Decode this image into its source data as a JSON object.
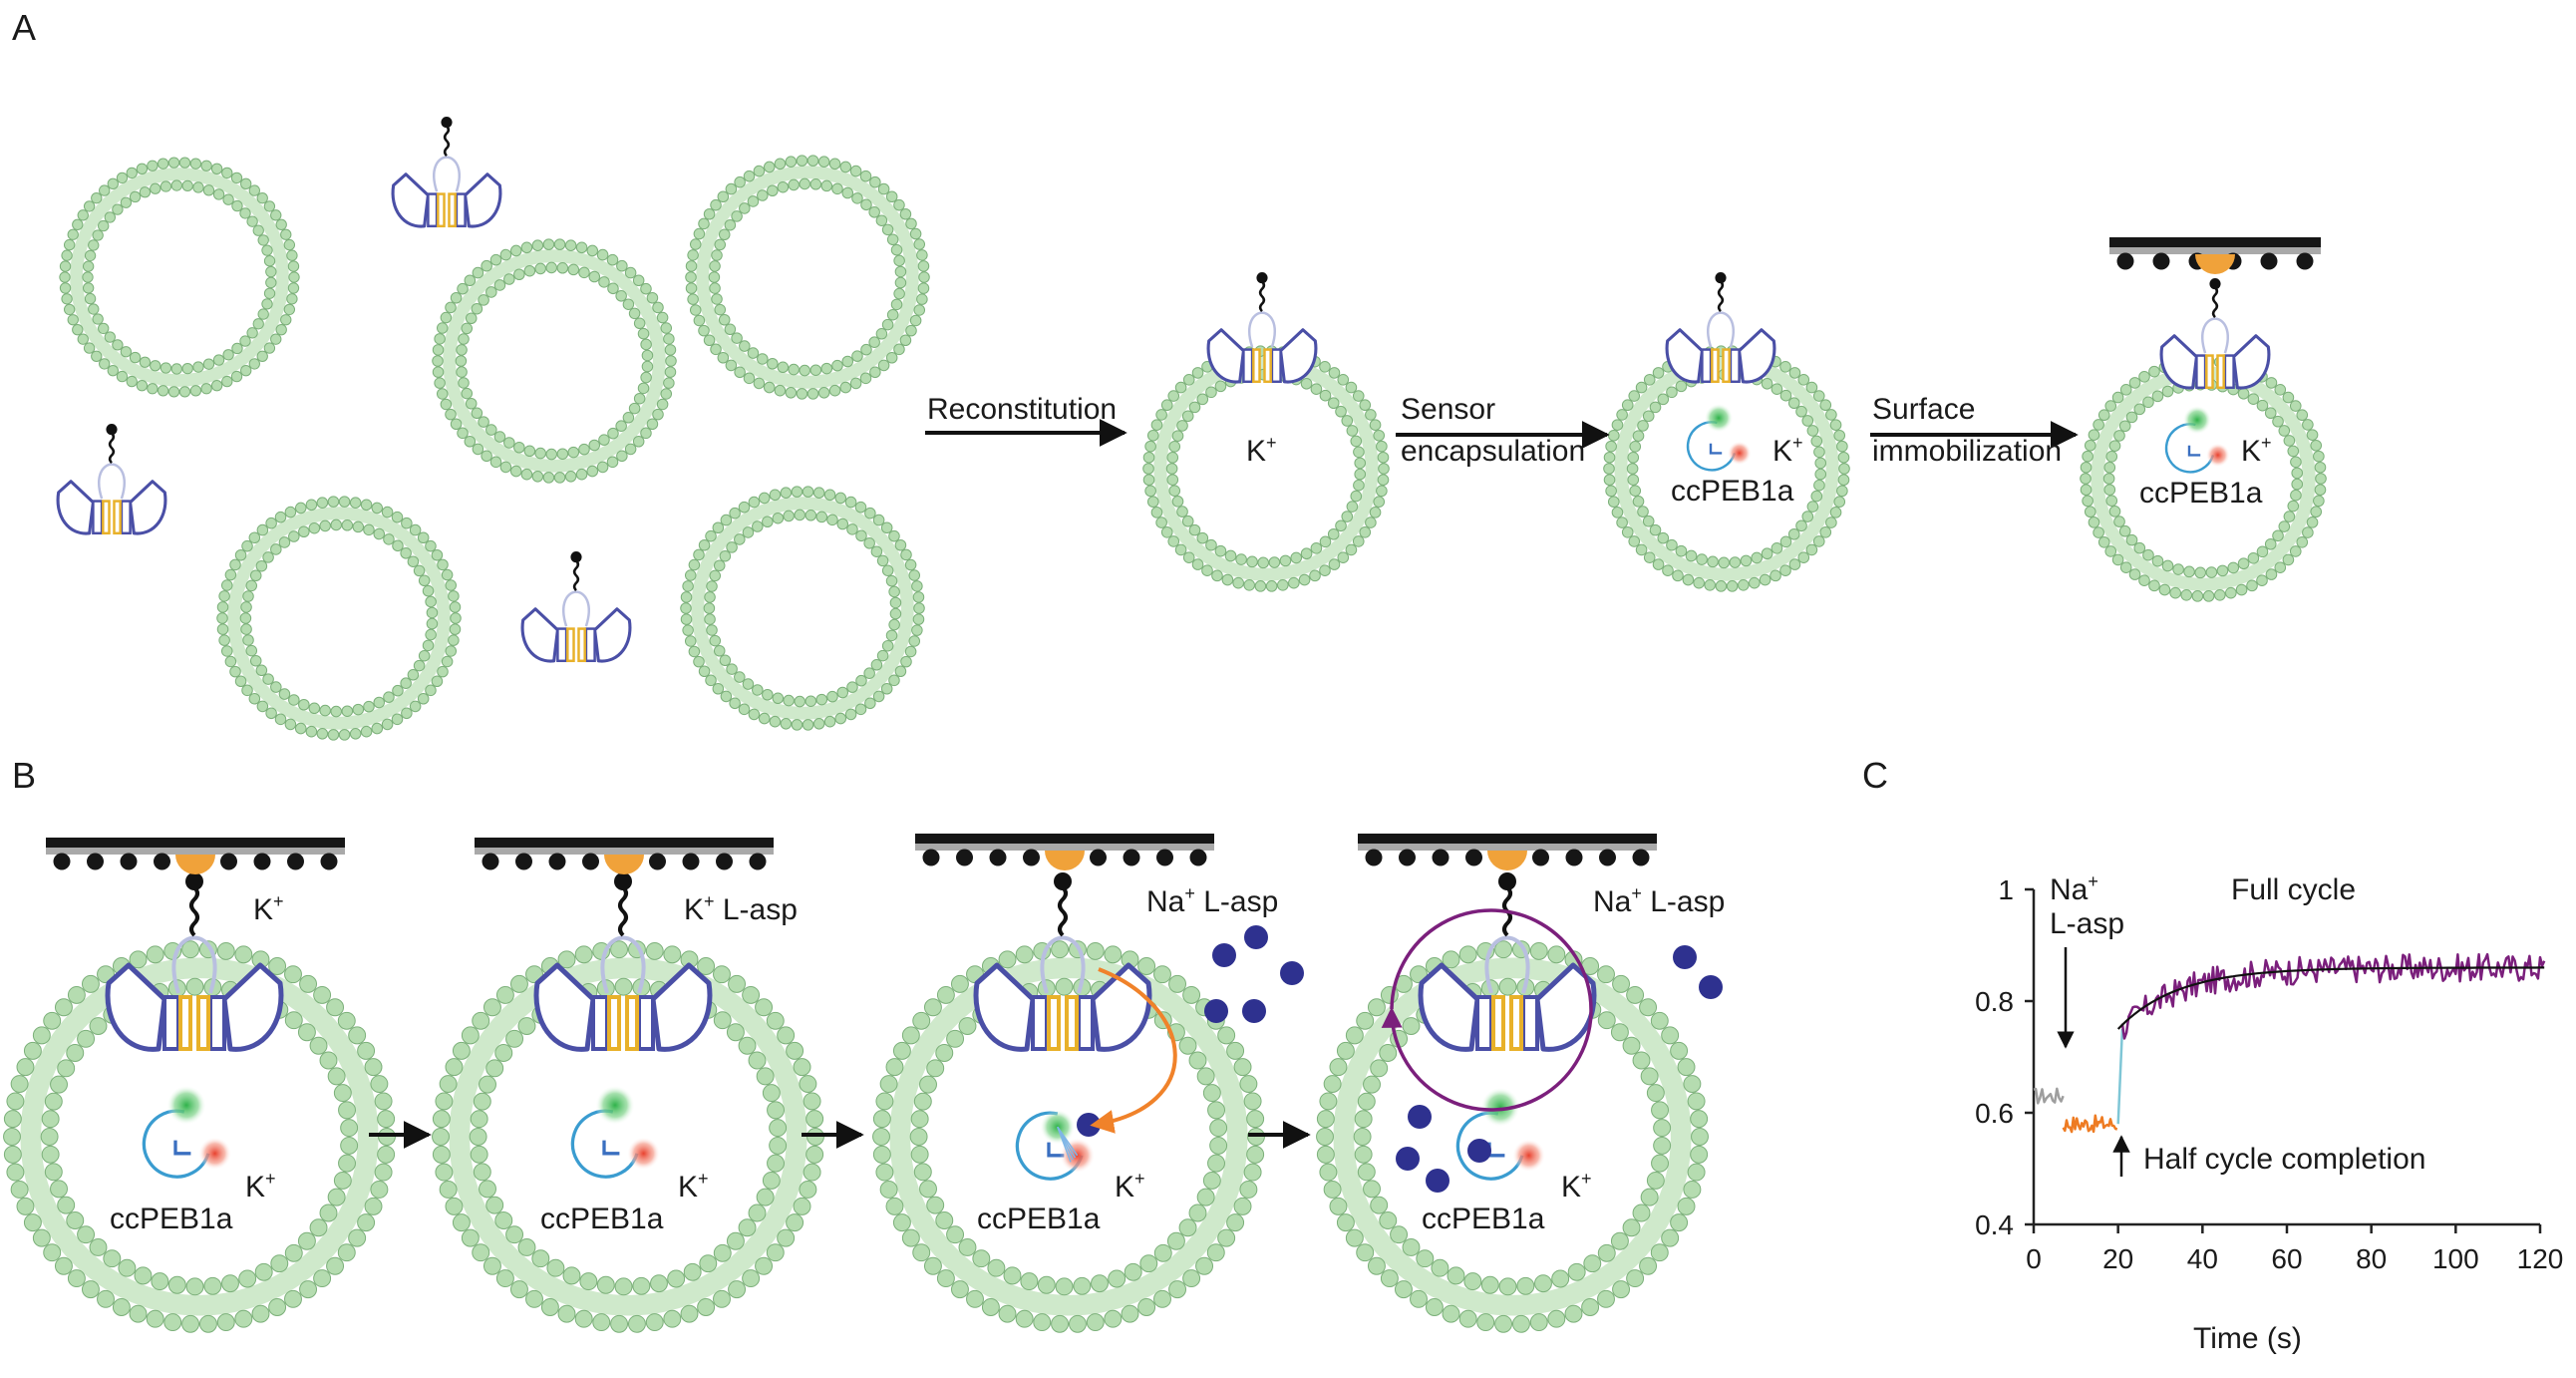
{
  "panels": {
    "a": "A",
    "b": "B",
    "c": "C"
  },
  "panel_a": {
    "steps": [
      "Reconstitution",
      "Sensor",
      "encapsulation",
      "Surface",
      "immobilization"
    ],
    "ion_k": "K",
    "sensor": "ccPEB1a"
  },
  "panel_b": {
    "stage_labels": [
      {
        "ion": "K",
        "substrate": ""
      },
      {
        "ion": "K",
        "substrate": " L-asp"
      },
      {
        "ion": "Na",
        "substrate": " L-asp"
      },
      {
        "ion": "Na",
        "substrate": " L-asp"
      }
    ],
    "inner_ion": "K",
    "sensor": "ccPEB1a"
  },
  "panel_c": {
    "title": "Full cycle",
    "add_label_1": "Na",
    "add_label_2": "L-asp",
    "half_cycle": "Half cycle completion",
    "xlabel": "Time (s)"
  },
  "colors": {
    "lipid_head": "#b5dcb0",
    "lipid_head_edge": "#7cb07a",
    "transporter": "#4a4fa6",
    "gate": "#e8b12a",
    "loop": "#b9bfe0",
    "orange": "#f0a23a",
    "sodium": "#2e318f",
    "trace_gray": "#9e9e9e",
    "trace_orange": "#ee7b22",
    "trace_cyan": "#7fc6d6",
    "trace_purple": "#7b1f7c",
    "fit": "#111111"
  },
  "chart_data": {
    "type": "line",
    "xlabel": "Time (s)",
    "ylabel": "",
    "xlim": [
      0,
      120
    ],
    "ylim": [
      0.4,
      1.0
    ],
    "xticks": [
      0,
      20,
      40,
      60,
      80,
      100,
      120
    ],
    "yticks": [
      0.4,
      0.6,
      0.8,
      1
    ],
    "series": [
      {
        "segment": "baseline",
        "x": [
          0,
          7
        ],
        "y_mean": 0.63,
        "noise": 0.015
      },
      {
        "segment": "Na+ L-asp",
        "x": [
          7,
          20
        ],
        "y_mean": 0.58,
        "noise": 0.015
      },
      {
        "segment": "transition",
        "x": [
          20,
          21
        ],
        "y": [
          0.58,
          0.75
        ]
      },
      {
        "segment": "full cycle",
        "x": [
          21,
          121
        ],
        "model": "0.86 - 0.11*exp(-(t-21)/14)",
        "noise": 0.025
      },
      {
        "segment": "fit",
        "x": [
          20,
          121
        ],
        "model": "0.86 - 0.11*exp(-(t-20)/14)"
      }
    ]
  }
}
